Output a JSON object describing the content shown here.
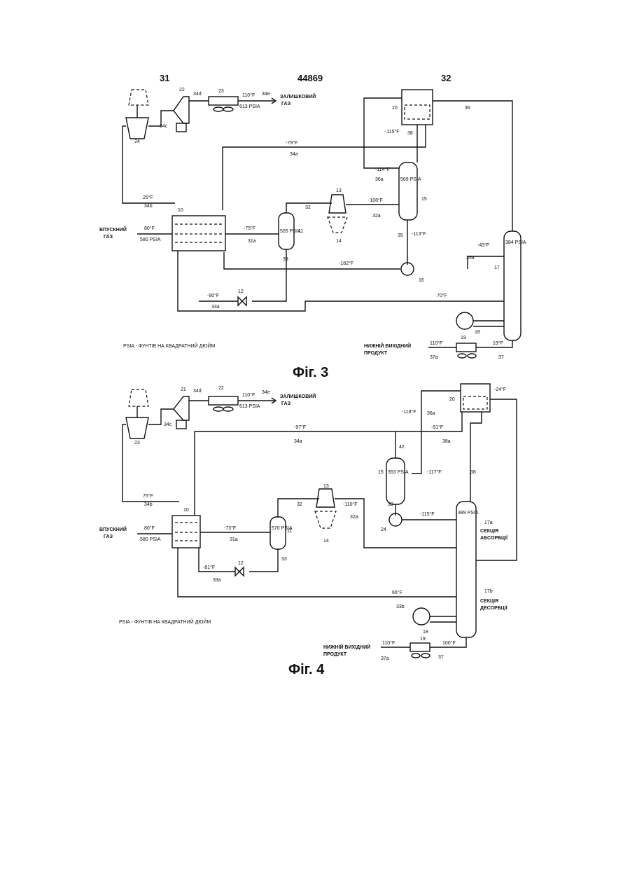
{
  "header": {
    "left": "31",
    "center": "44869",
    "right": "32"
  },
  "fig3": {
    "caption": "Фіг. 3",
    "note": "PSIA - ФУНТІВ НА КВАДРАТНИЙ ДЮЙМ",
    "inlet_label_1": "ВПУСКНИЙ",
    "inlet_label_2": "ГАЗ",
    "inlet_temp": "80°F",
    "inlet_press": "580 PSIA",
    "residue_label_1": "ЗАЛИШКОВИЙ",
    "residue_label_2": "ГАЗ",
    "residue_temp": "110°F",
    "residue_press": "613 PSIA",
    "bottom_label_1": "НИЖНІЙ ВИХІДНИЙ",
    "bottom_label_2": "ПРОДУКТ",
    "bottom_temp": "110°F",
    "reboiler_out_temp": "19°F",
    "sep_press": "526 PSIA",
    "drum_press": "569 PSIA",
    "tower_press": "384 PSIA",
    "temps": [
      "-79°F",
      "-75°F",
      "-115°F",
      "-114°F",
      "-108°F",
      "-113°F",
      "-182°F",
      "-90°F",
      "70°F",
      "-43°F",
      "25°F"
    ],
    "streams": [
      "34a",
      "34b",
      "34c",
      "34d",
      "34e",
      "35",
      "36",
      "36a",
      "31a",
      "32",
      "32a",
      "33",
      "33a",
      "35a",
      "37",
      "37a",
      "38"
    ],
    "units": [
      "10",
      "11",
      "12",
      "13",
      "14",
      "15",
      "16",
      "17",
      "18",
      "19",
      "20",
      "22",
      "23",
      "24"
    ]
  },
  "fig4": {
    "caption": "Фіг. 4",
    "note": "PSIA - ФУНТІВ НА КВАДРАТНИЙ ДЮЙМ",
    "inlet_label_1": "ВПУСКНИЙ",
    "inlet_label_2": "ГАЗ",
    "inlet_temp": "80°F",
    "inlet_press": "580 PSIA",
    "residue_label_1": "ЗАЛИШКОВИЙ",
    "residue_label_2": "ГАЗ",
    "residue_temp": "110°F",
    "residue_press": "613 PSIA",
    "bottom_label_1": "НИЖНІЙ ВИХІДНИЙ",
    "bottom_label_2": "ПРОДУКТ",
    "bottom_temp": "110°F",
    "reboiler_out_temp": "100°F",
    "sep_press": "570 PSIA",
    "drum_press": "353 PSIA",
    "tower_press": "389 PSIA",
    "absorb_label_1": "СЕКЦІЯ",
    "absorb_label_2": "АБСОРБЦІЇ",
    "desorb_label_1": "СЕКЦІЯ",
    "desorb_label_2": "ДЕСОРБЦІЇ",
    "temps": [
      "-97°F",
      "-91°F",
      "-118°F",
      "-24°F",
      "-73°F",
      "-110°F",
      "-115°F",
      "-117°F",
      "-81°F",
      "65°F",
      "75°F"
    ],
    "streams": [
      "34a",
      "34b",
      "34c",
      "34d",
      "34e",
      "36a",
      "38a",
      "31a",
      "32",
      "32a",
      "33",
      "33a",
      "33b",
      "37",
      "37a",
      "38",
      "39",
      "42"
    ],
    "units": [
      "10",
      "11",
      "12",
      "13",
      "14",
      "15",
      "17a",
      "17b",
      "18",
      "19",
      "20",
      "21",
      "22",
      "23",
      "24"
    ]
  }
}
